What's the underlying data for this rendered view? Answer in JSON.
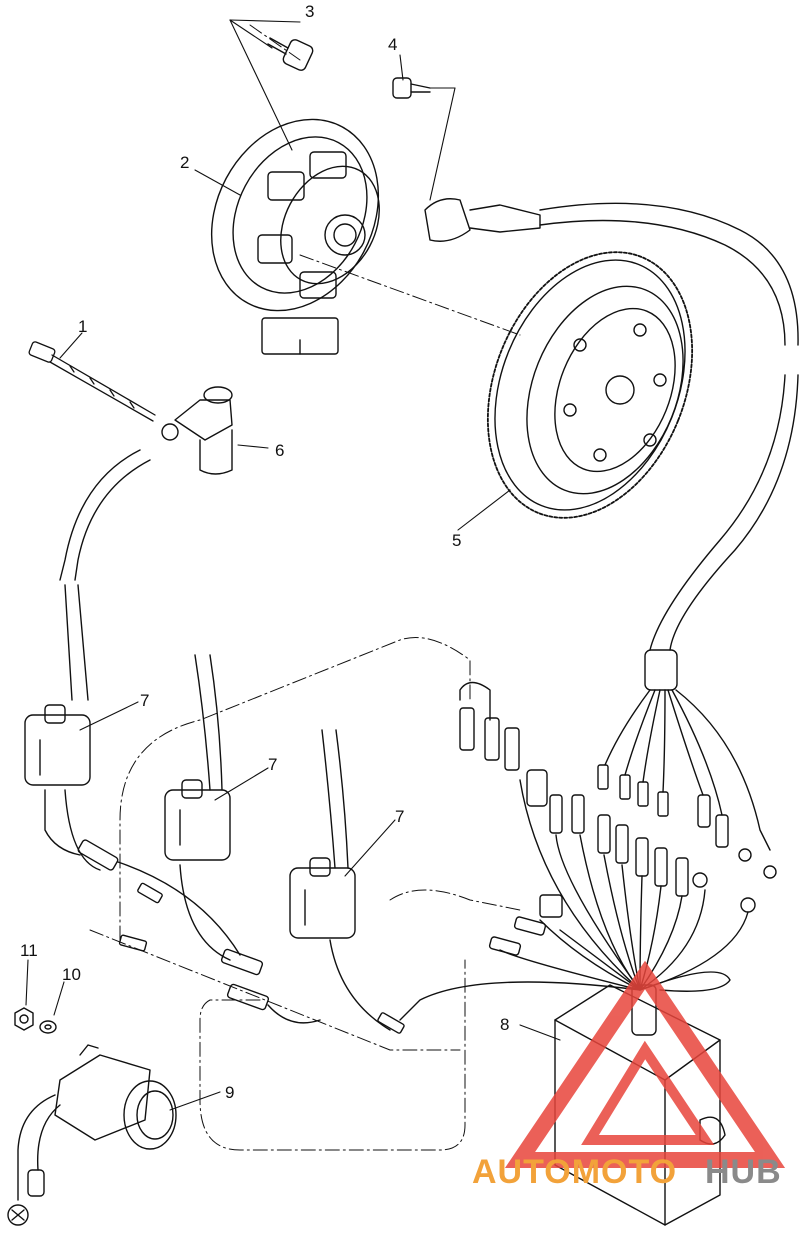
{
  "callouts": {
    "c1": "1",
    "c2": "2",
    "c3": "3",
    "c4": "4",
    "c5": "5",
    "c6": "6",
    "c7a": "7",
    "c7b": "7",
    "c7c": "7",
    "c8": "8",
    "c9": "9",
    "c10": "10",
    "c11": "11"
  },
  "watermark": {
    "part_a": "AUTOMOTO",
    "part_b": "HUB",
    "color_a": "#f2a23a",
    "color_b": "#8a8a8a",
    "logo_color": "#e8453c"
  }
}
